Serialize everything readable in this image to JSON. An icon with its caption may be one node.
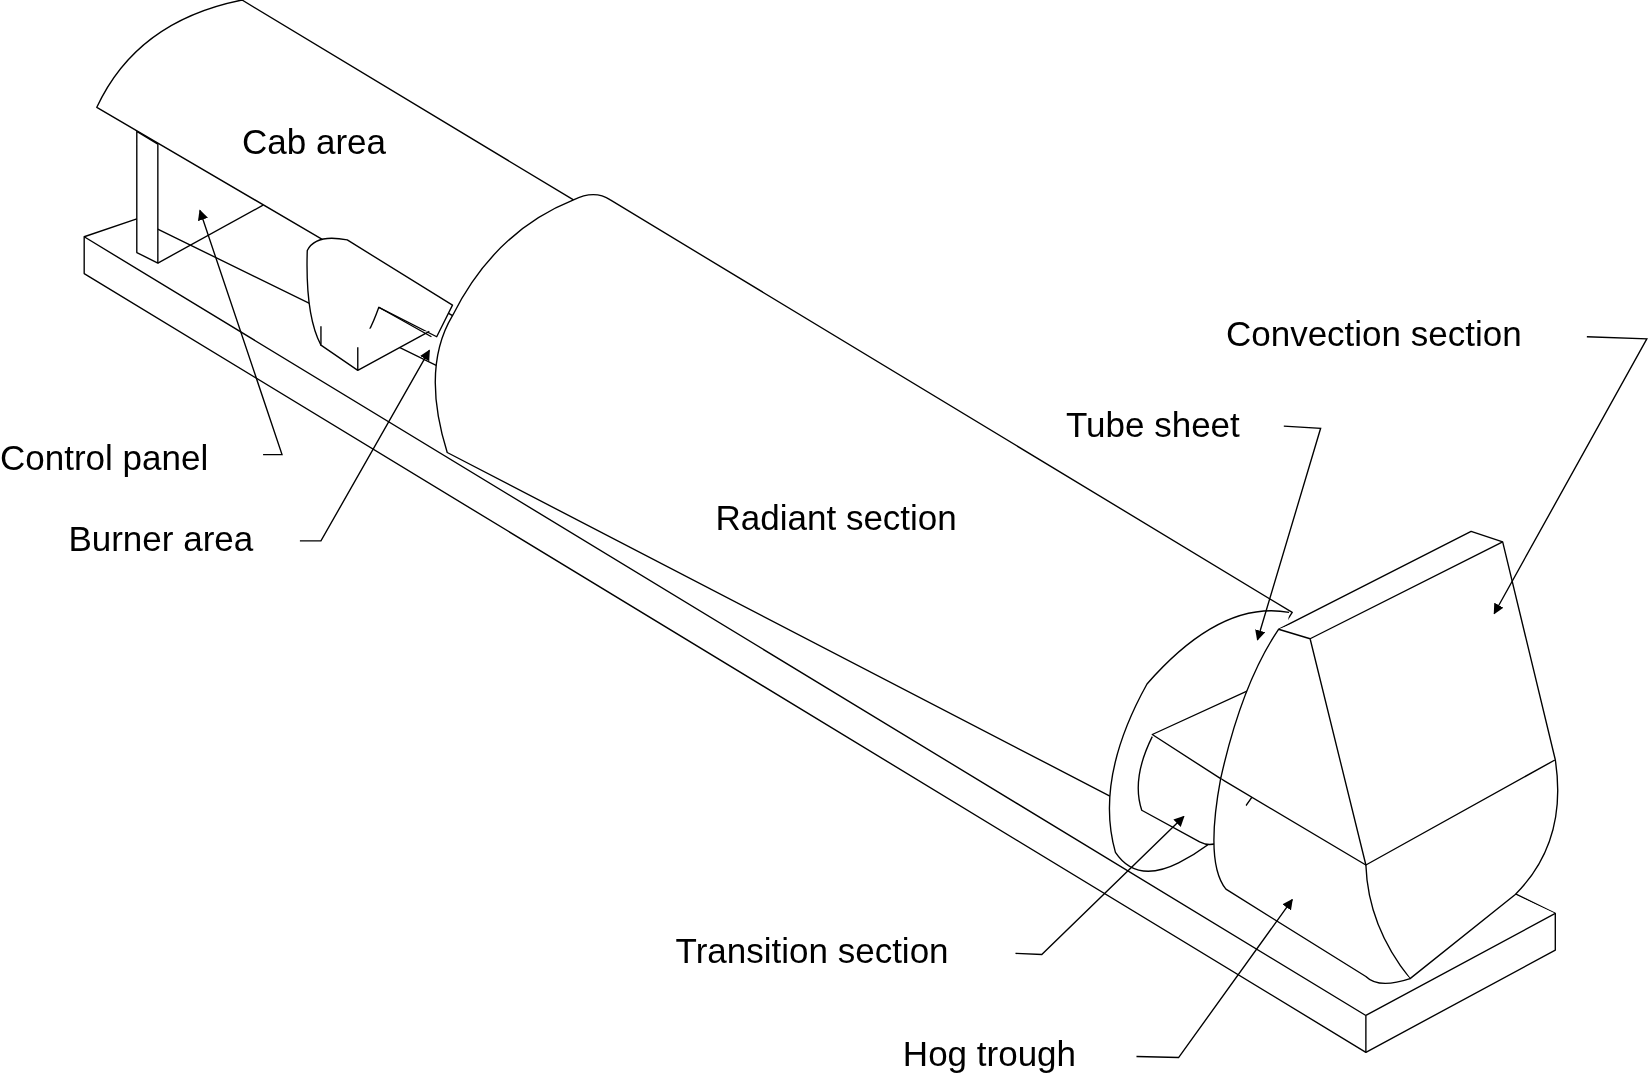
{
  "diagram": {
    "nodes": [
      {
        "text": [
          "Convection section"
        ]
      },
      {
        "text": [
          "Tube sheet"
        ]
      },
      {
        "text": [
          "Control panel"
        ]
      },
      {
        "text": [
          "Burner area"
        ]
      },
      {
        "text": [
          "Transition section"
        ]
      },
      {
        "text": [
          "Hog trough"
        ]
      }
    ],
    "edges": [
      {
        "from": 0,
        "to": null,
        "arrow": "to"
      },
      {
        "from": 1,
        "to": null,
        "arrow": "to"
      },
      {
        "from": 2,
        "to": null,
        "arrow": "to"
      },
      {
        "from": 3,
        "to": null,
        "arrow": "to"
      },
      {
        "from": 4,
        "to": null,
        "arrow": "to"
      },
      {
        "from": 5,
        "to": null,
        "arrow": "to"
      }
    ],
    "labels": [
      "Cab area",
      "Radiant section"
    ]
  }
}
